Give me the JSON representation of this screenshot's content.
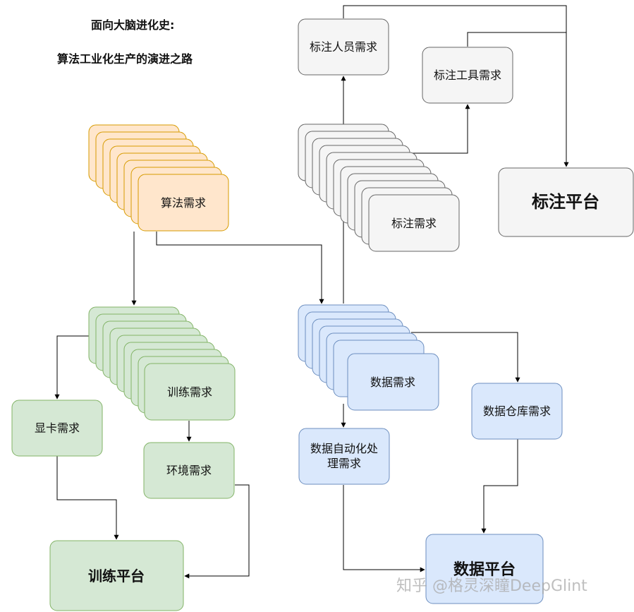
{
  "title": {
    "line1": "面向大脑进化史:",
    "line2": "算法工业化生产的演进之路"
  },
  "colors": {
    "orange_fill": "#ffe6cc",
    "orange_stroke": "#d79b00",
    "gray_fill": "#f5f5f5",
    "gray_stroke": "#666666",
    "green_fill": "#d5e8d4",
    "green_stroke": "#82b366",
    "blue_fill": "#dae8fc",
    "blue_stroke": "#6c8ebf"
  },
  "nodes": {
    "algo": "算法需求",
    "label_req": "标注需求",
    "annotator": "标注人员需求",
    "tool": "标注工具需求",
    "label_platform": "标注平台",
    "train": "训练需求",
    "gpu": "显卡需求",
    "env": "环境需求",
    "train_platform": "训练平台",
    "data": "数据需求",
    "auto_proc": [
      "数据自动化处",
      "理需求"
    ],
    "warehouse": "数据仓库需求",
    "data_platform": "数据平台"
  },
  "watermark": "知乎 @格灵深瞳DeepGlint"
}
